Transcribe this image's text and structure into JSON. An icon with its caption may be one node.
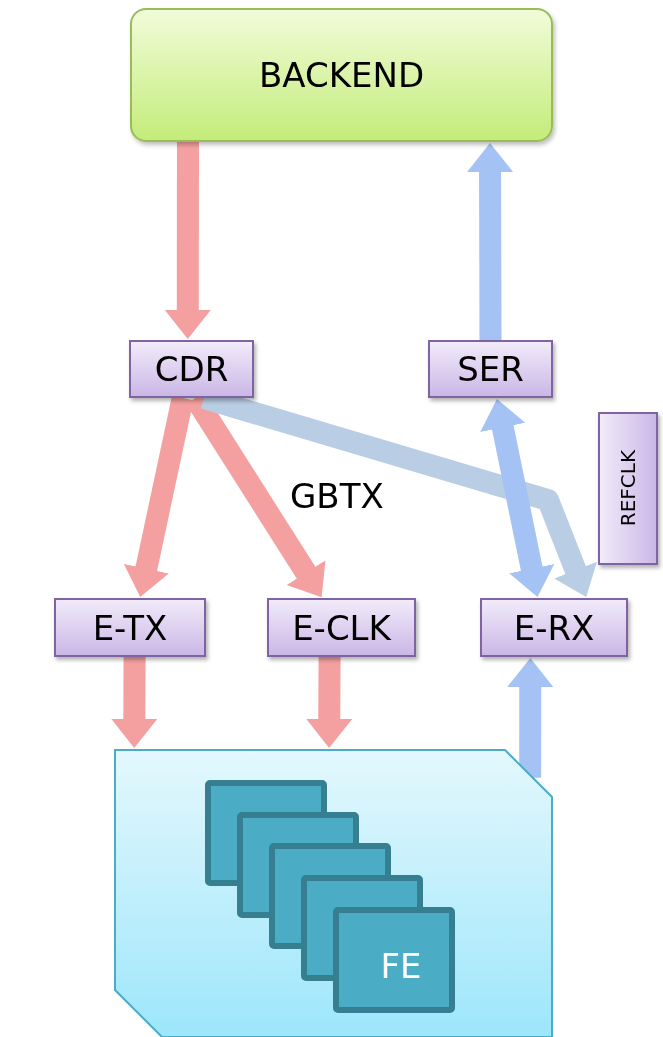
{
  "diagram": {
    "nodes": [
      {
        "text": [
          "BACKEND"
        ]
      },
      {
        "text": [
          "GBTX"
        ]
      },
      {
        "text": [
          "CDR"
        ],
        "in": 1
      },
      {
        "text": [
          "SER"
        ],
        "in": 1
      },
      {
        "text": [
          "REFCLK"
        ],
        "in": 1
      },
      {
        "text": [
          "E-TX"
        ],
        "in": 1
      },
      {
        "text": [
          "E-CLK"
        ],
        "in": 1
      },
      {
        "text": [
          "E-RX"
        ],
        "in": 1
      },
      {
        "text": [],
        "shape": "box"
      },
      {
        "text": [
          "FE"
        ],
        "in": 8
      }
    ],
    "edges": [
      {
        "from": 0,
        "to": 2,
        "arrow": "to"
      },
      {
        "from": 3,
        "to": 0,
        "arrow": "to",
        "color": "#a4c2f4"
      },
      {
        "from": 2,
        "to": 5,
        "arrow": "to"
      },
      {
        "from": 2,
        "to": 6,
        "arrow": "to"
      },
      {
        "from": 2,
        "to": 7,
        "arrow": "to",
        "color": "#b9cde5"
      },
      {
        "from": 7,
        "to": 3,
        "arrow": "both",
        "color": "#a4c2f4"
      },
      {
        "from": 5,
        "to": 8,
        "arrow": "to"
      },
      {
        "from": 6,
        "to": 8,
        "arrow": "to"
      },
      {
        "from": 8,
        "to": 7,
        "arrow": "to",
        "color": "#a4c2f4"
      }
    ]
  }
}
